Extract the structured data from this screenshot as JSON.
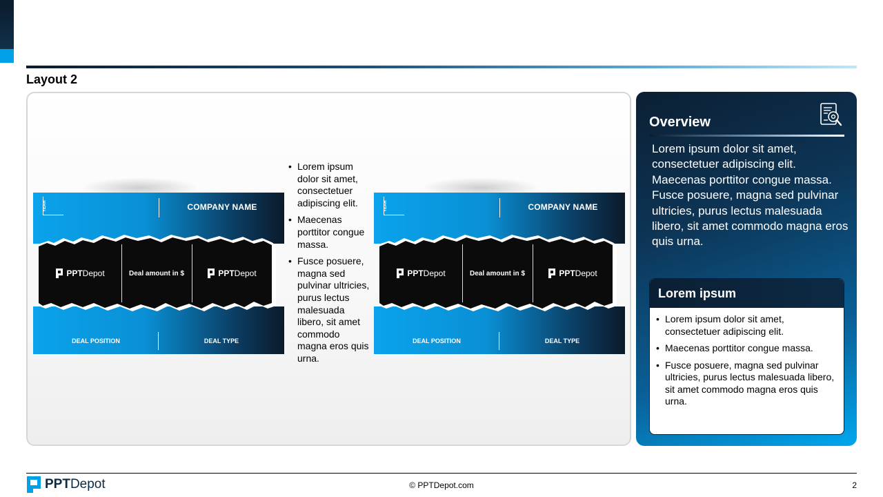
{
  "slide": {
    "title": "Layout 2",
    "page_number": "2"
  },
  "footer": {
    "brand_bold": "PPT",
    "brand_rest": "Depot",
    "copyright": "© PPTDepot.com"
  },
  "cards": [
    {
      "year": "YEAR",
      "company": "COMPANY NAME",
      "logo_left": {
        "bold": "PPT",
        "rest": "Depot"
      },
      "deal_amount": "Deal amount in $",
      "logo_right": {
        "bold": "PPT",
        "rest": "Depot"
      },
      "deal_position": "DEAL POSITION",
      "deal_type": "DEAL TYPE"
    },
    {
      "year": "YEAR",
      "company": "COMPANY NAME",
      "logo_left": {
        "bold": "PPT",
        "rest": "Depot"
      },
      "deal_amount": "Deal amount in $",
      "logo_right": {
        "bold": "PPT",
        "rest": "Depot"
      },
      "deal_position": "DEAL POSITION",
      "deal_type": "DEAL TYPE"
    }
  ],
  "middle_bullets": [
    "Lorem ipsum dolor sit amet, consectetuer adipiscing elit.",
    "Maecenas porttitor congue massa.",
    "Fusce posuere, magna sed pulvinar ultricies, purus lectus malesuada libero, sit amet commodo magna eros quis urna."
  ],
  "overview": {
    "title": "Overview",
    "icon": "document-search-icon",
    "text": "Lorem ipsum dolor sit amet, consectetuer adipiscing elit. Maecenas porttitor congue massa. Fusce posuere, magna sed pulvinar ultricies, purus lectus malesuada libero, sit amet commodo magna eros quis urna."
  },
  "lorem_box": {
    "title": "Lorem ipsum",
    "bullets": [
      "Lorem ipsum dolor sit amet, consectetuer adipiscing elit.",
      "Maecenas porttitor congue massa.",
      "Fusce posuere, magna sed pulvinar ultricies, purus lectus malesuada libero, sit amet commodo magna eros quis urna."
    ]
  },
  "colors": {
    "accent_blue": "#00a0e9",
    "navy": "#0b1f33"
  }
}
